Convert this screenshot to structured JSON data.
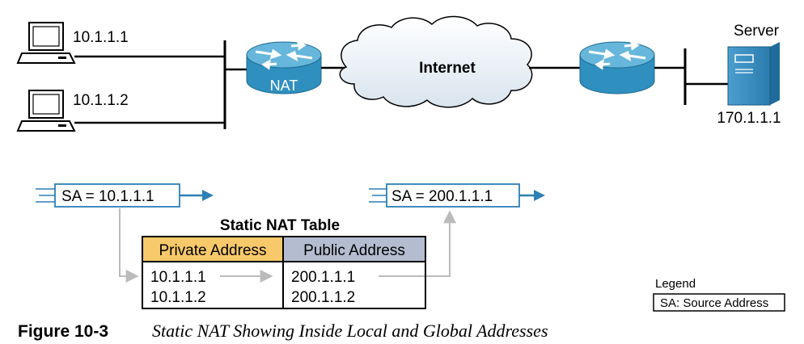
{
  "hosts": [
    {
      "ip": "10.1.1.1"
    },
    {
      "ip": "10.1.1.2"
    }
  ],
  "nat_router": {
    "label": "NAT"
  },
  "cloud": {
    "label": "Internet"
  },
  "server": {
    "label": "Server",
    "ip": "170.1.1.1"
  },
  "packets": {
    "before": "SA = 10.1.1.1",
    "after": "SA = 200.1.1.1"
  },
  "nat_table": {
    "title": "Static NAT Table",
    "columns": [
      "Private Address",
      "Public Address"
    ],
    "rows": [
      [
        "10.1.1.1",
        "200.1.1.1"
      ],
      [
        "10.1.1.2",
        "200.1.1.2"
      ]
    ]
  },
  "legend": {
    "title": "Legend",
    "item": "SA: Source Address"
  },
  "caption": {
    "number": "Figure 10-3",
    "title": "Static NAT Showing Inside Local and Global Addresses"
  },
  "colors": {
    "private_header": "#F7C96A",
    "public_header": "#B3BDCF",
    "router_body": "#2F8FBE",
    "router_top": "#67B6DB",
    "accent_line": "#2E7FB5",
    "flow_line": "#BBBBBB"
  }
}
